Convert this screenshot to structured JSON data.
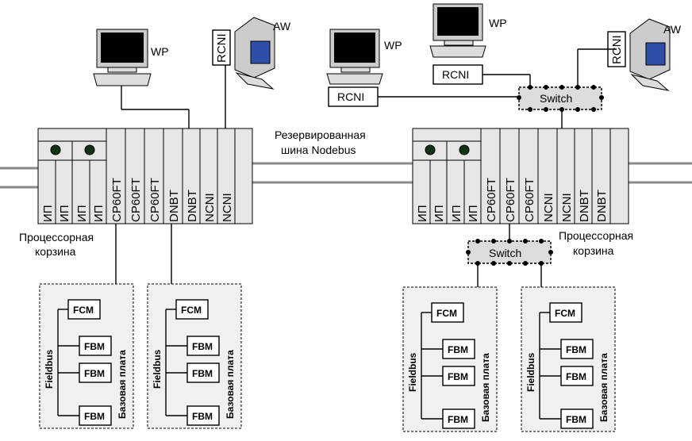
{
  "labels": {
    "wp": "WP",
    "aw": "AW",
    "rcni": "RCNI",
    "switch": "Switch",
    "nodebus_line1": "Резервированная",
    "nodebus_line2": "шина Nodebus",
    "basket_line1": "Процессорная",
    "basket_line2": "корзина",
    "fcm": "FCM",
    "fbm": "FBM",
    "fieldbus": "Fieldbus",
    "baseplate": "Базовая плата"
  },
  "left_basket_modules": [
    "ИП",
    "ИП",
    "ИП",
    "ИП",
    "CP60FT",
    "CP60FT",
    "CP60FT",
    "DNBT",
    "DNBT",
    "NCNI",
    "NCNI"
  ],
  "right_basket_modules": [
    "ИП",
    "ИП",
    "ИП",
    "ИП",
    "CP60FT",
    "CP60FT",
    "CP60FT",
    "NCNI",
    "NCNI",
    "DNBT",
    "DNBT"
  ]
}
